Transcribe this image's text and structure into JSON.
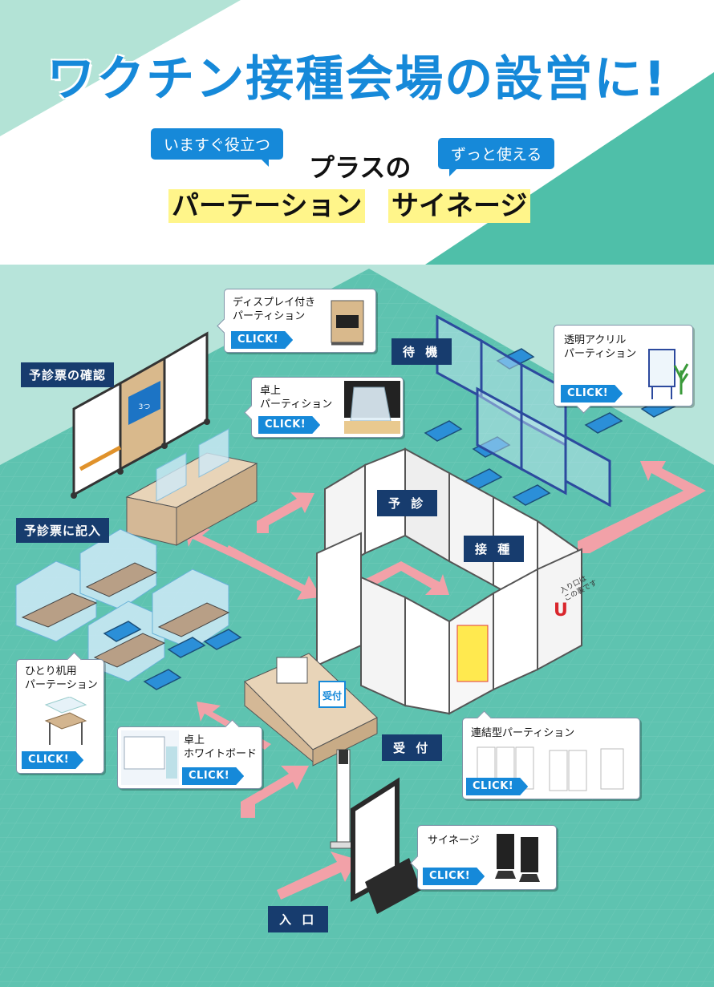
{
  "header": {
    "title": "ワクチン接種会場の設営に!",
    "bubble_left": "いますぐ役立つ",
    "bubble_right": "ずっと使える",
    "plus_text": "プラスの",
    "highlight_1": "パーテーション",
    "highlight_2": "サイネージ"
  },
  "zones": {
    "confirm": "予診票の確認",
    "fill_in": "予診票に記入",
    "waiting": "待 機",
    "interview": "予 診",
    "vaccination": "接 種",
    "reception": "受 付",
    "entrance": "入 口"
  },
  "products": [
    {
      "label": "ディスプレイ付き\nパーティション",
      "button": "CLICK!"
    },
    {
      "label": "卓上\nパーティション",
      "button": "CLICK!"
    },
    {
      "label": "透明アクリル\nパーティション",
      "button": "CLICK!"
    },
    {
      "label": "ひとり机用\nパーテーション",
      "button": "CLICK!"
    },
    {
      "label": "卓上\nホワイトボード",
      "button": "CLICK!"
    },
    {
      "label": "連結型パーティション",
      "button": "CLICK!"
    },
    {
      "label": "サイネージ",
      "button": "CLICK!"
    }
  ],
  "scene_text": {
    "display_sign": "3つ",
    "reception_sign": "受付",
    "entry_sign": "入り口は\nこの裏です"
  },
  "colors": {
    "title_blue": "#1689d9",
    "floor_green": "#5ec3b0",
    "navy_tag": "#173c6e",
    "highlight_yellow": "#fff58a",
    "arrow_pink": "#f2a1a8",
    "chair_blue": "#2b8fd8"
  }
}
